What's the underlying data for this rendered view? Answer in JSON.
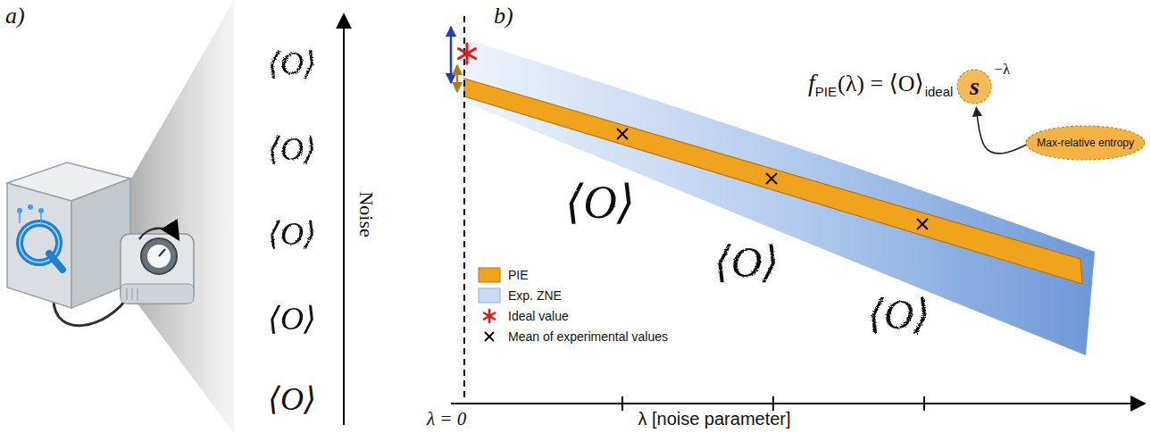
{
  "diagram": {
    "nodes": [
      {
        "text": [
          "s"
        ]
      },
      {
        "text": [
          "Max-relative entropy"
        ]
      }
    ],
    "edges": [
      {
        "from": 1,
        "to": 0,
        "arrow": "to"
      }
    ],
    "labels": [
      "a)",
      "⟨O⟩",
      "⟨O⟩",
      "⟨O⟩",
      "⟨O⟩",
      "⟨O⟩",
      "Noise",
      "b)",
      "⟨O⟩",
      "⟨O⟩",
      "⟨O⟩",
      "f",
      "PIE",
      "(λ) = ⟨O⟩",
      "ideal",
      "−λ",
      "λ = 0",
      "λ [noise parameter]"
    ],
    "legend": [
      {
        "text": "PIE",
        "color": "#f0a31c"
      },
      {
        "text": "Exp. ZNE",
        "color": "#c9dcf3"
      },
      {
        "text": "Ideal value"
      },
      {
        "text": "Mean of experimental values"
      }
    ]
  }
}
